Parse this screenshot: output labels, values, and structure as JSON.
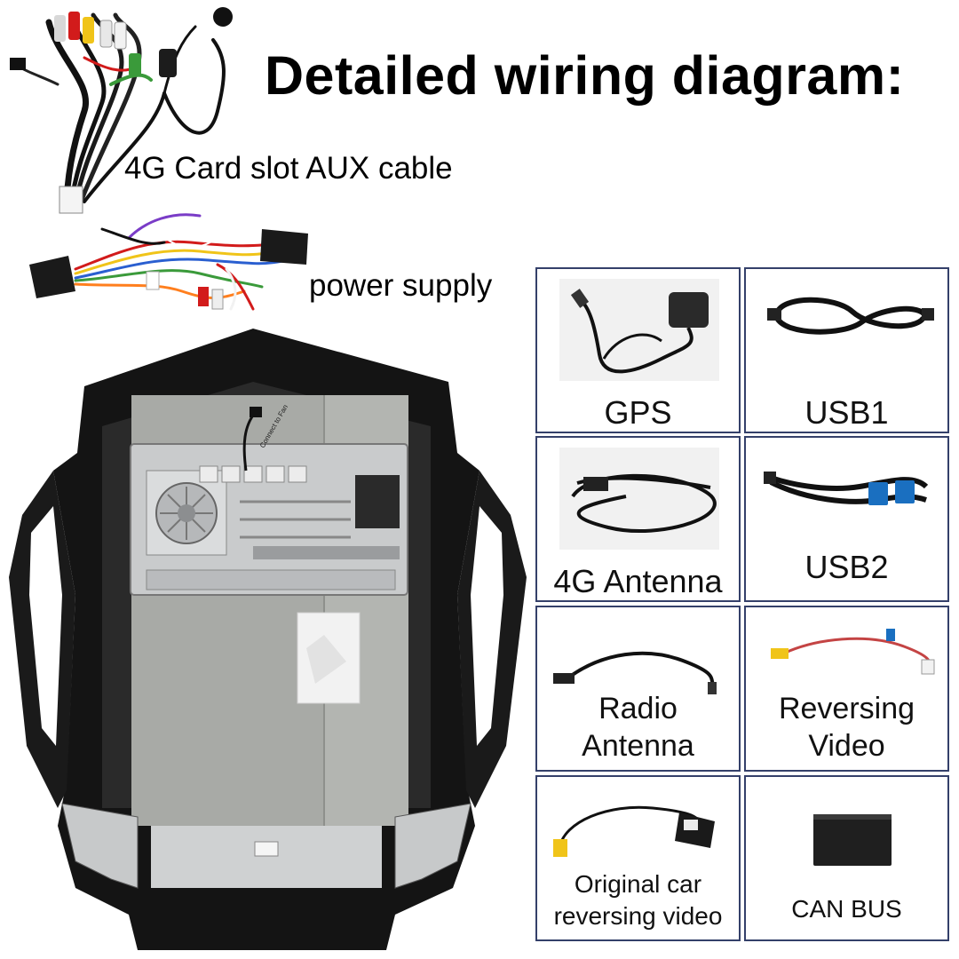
{
  "title": "Detailed wiring diagram:",
  "captions": {
    "aux_cable": "4G Card slot AUX cable",
    "power_supply": "power supply"
  },
  "unit_label": "Connect to Fan",
  "accessories": [
    {
      "name": "gps",
      "label": "GPS"
    },
    {
      "name": "usb1",
      "label": "USB1"
    },
    {
      "name": "4g-antenna",
      "label": "4G Antenna"
    },
    {
      "name": "usb2",
      "label": "USB2"
    },
    {
      "name": "radio-antenna",
      "label_line1": "Radio",
      "label_line2": "Antenna"
    },
    {
      "name": "reversing-video",
      "label_line1": "Reversing",
      "label_line2": "Video"
    },
    {
      "name": "original-car-reversing-video",
      "label_line1": "Original car",
      "label_line2": "reversing video"
    },
    {
      "name": "can-bus",
      "label": "CAN BUS"
    }
  ],
  "colors": {
    "cell_border": "#34406a",
    "frame": "#141414",
    "metal_plate": "#a8aaa6",
    "head_unit": "#c9cbcc",
    "usb_blue": "#1a6fc0"
  }
}
